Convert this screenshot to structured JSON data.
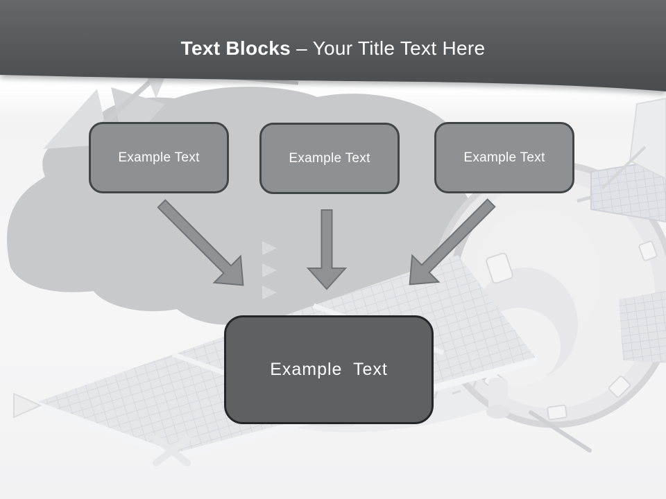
{
  "slide": {
    "header": {
      "title_bold": "Text Blocks",
      "title_rest": "– Your Title Text Here"
    },
    "diagram": {
      "top_boxes": [
        {
          "label": "Example Text"
        },
        {
          "label": "Example Text"
        },
        {
          "label": "Example Text"
        }
      ],
      "arrows": [
        {
          "direction": "down-right"
        },
        {
          "direction": "down"
        },
        {
          "direction": "down-left"
        }
      ],
      "bottom_box": {
        "label": "Example Text"
      }
    },
    "background": {
      "watermark": "faded satellite spacecraft photo"
    },
    "colors": {
      "header_gradient_top": "#65686b",
      "header_gradient_bottom": "#484c4e",
      "title_text": "#ffffff",
      "top_box_fill": "#8e9193",
      "top_box_border": "#404548",
      "bottom_box_fill": "#5e6061",
      "bottom_box_border": "#232629",
      "arrow_fill": "#8f9295",
      "arrow_outline": "#6e7275",
      "page_background": "#f4f4f5"
    }
  }
}
